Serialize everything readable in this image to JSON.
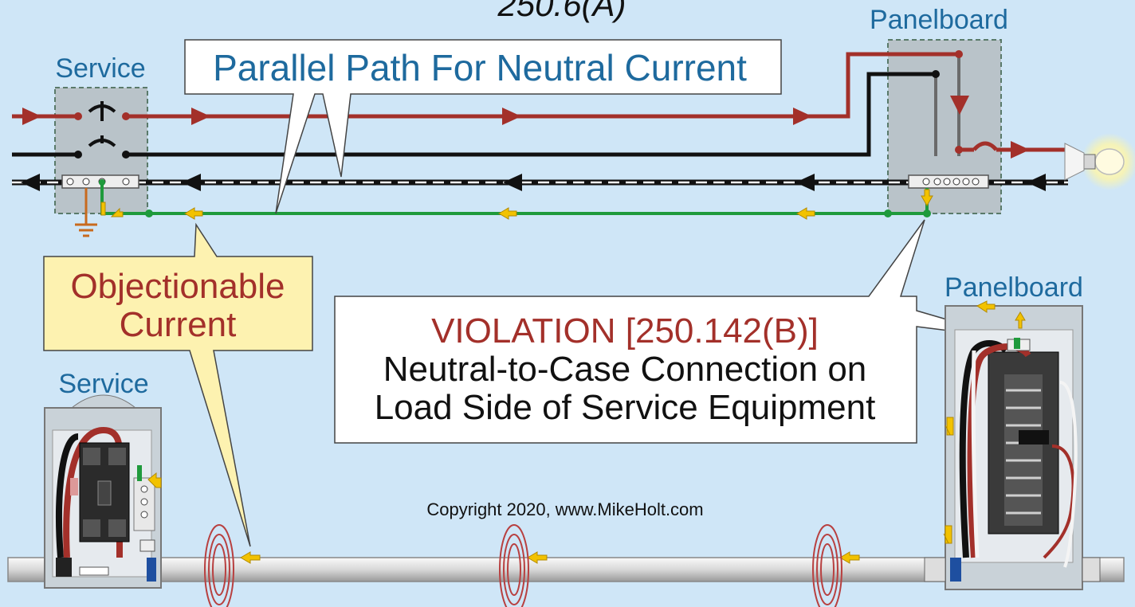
{
  "header": {
    "code_ref": "250.6(A)"
  },
  "labels": {
    "service_top": "Service",
    "panelboard_top": "Panelboard",
    "service_bottom": "Service",
    "panelboard_bottom": "Panelboard"
  },
  "callouts": {
    "parallel_path": "Parallel Path For Neutral Current",
    "objectionable_line1": "Objectionable",
    "objectionable_line2": "Current",
    "violation_title": "VIOLATION [250.142(B)]",
    "violation_line1": "Neutral-to-Case Connection on",
    "violation_line2": "Load Side of Service Equipment"
  },
  "copyright": "Copyright 2020, www.MikeHolt.com",
  "colors": {
    "background": "#cfe6f7",
    "hot_conductor": "#a3302a",
    "neutral_conductor": "#111111",
    "ground_conductor": "#1f9a3c",
    "current_arrow": "#f2c200",
    "label_blue": "#1e6a9e"
  },
  "icons": [
    "light-bulb-icon",
    "ground-symbol-icon",
    "circuit-breaker-icon",
    "current-arrow-icon"
  ]
}
